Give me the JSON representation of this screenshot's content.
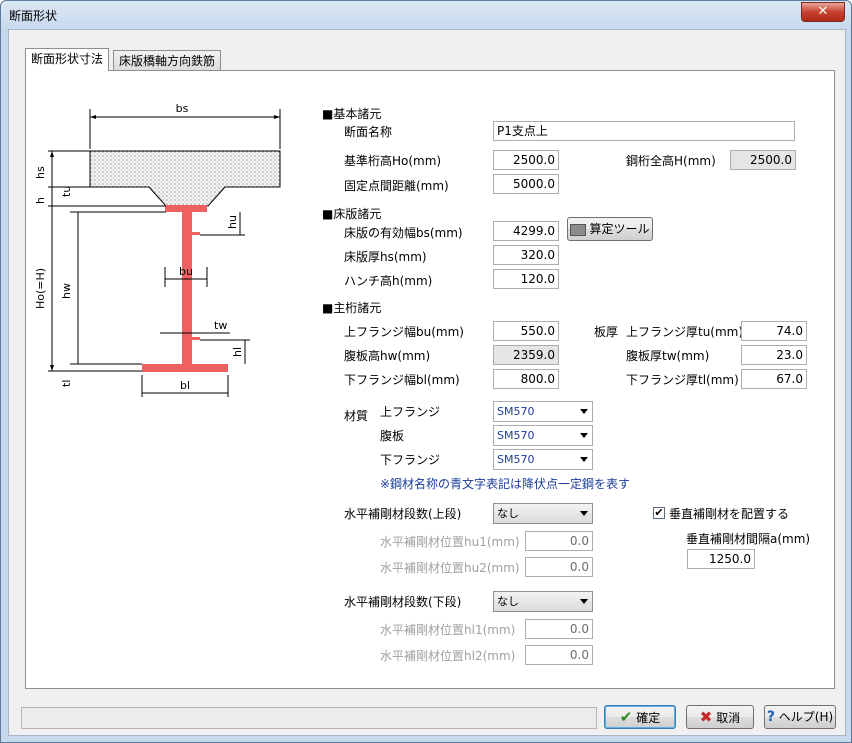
{
  "window": {
    "title": "断面形状",
    "close": "✕"
  },
  "tabs": [
    {
      "label": "断面形状寸法"
    },
    {
      "label": "床版橋軸方向鉄筋"
    }
  ],
  "diagram": {
    "bs": "bs",
    "hs": "hs",
    "h": "h",
    "Ho": "Ho(=H)",
    "hw": "hw",
    "tu": "tu",
    "bu": "bu",
    "tw": "tw",
    "tl": "tl",
    "bl": "bl",
    "hu": "hu",
    "hl": "hl",
    "colors": {
      "steel": "#f06060",
      "concrete": "#e8e8e8"
    }
  },
  "basic": {
    "heading": "■基本諸元",
    "name_label": "断面名称",
    "name_value": "P1支点上",
    "ho_label": "基準桁高Ho(mm)",
    "ho_value": "2500.0",
    "h_label": "鋼桁全高H(mm)",
    "h_value": "2500.0",
    "dist_label": "固定点間距離(mm)",
    "dist_value": "5000.0"
  },
  "slab": {
    "heading": "■床版諸元",
    "bs_label": "床版の有効幅bs(mm)",
    "bs_value": "4299.0",
    "tool_button": "算定ツール",
    "hs_label": "床版厚hs(mm)",
    "hs_value": "320.0",
    "h_label": "ハンチ高h(mm)",
    "h_value": "120.0"
  },
  "girder": {
    "heading": "■主桁諸元",
    "bu_label": "上フランジ幅bu(mm)",
    "bu_value": "550.0",
    "hw_label": "腹板高hw(mm)",
    "hw_value": "2359.0",
    "bl_label": "下フランジ幅bl(mm)",
    "bl_value": "800.0",
    "thickness_label": "板厚",
    "tu_label": "上フランジ厚tu(mm)",
    "tu_value": "74.0",
    "tw_label": "腹板厚tw(mm)",
    "tw_value": "23.0",
    "tl_label": "下フランジ厚tl(mm)",
    "tl_value": "67.0"
  },
  "material": {
    "label": "材質",
    "upper_label": "上フランジ",
    "upper_value": "SM570",
    "web_label": "腹板",
    "web_value": "SM570",
    "lower_label": "下フランジ",
    "lower_value": "SM570",
    "note": "※鋼材名称の青文字表記は降伏点一定鋼を表す"
  },
  "stiffener": {
    "upper_label": "水平補剛材段数(上段)",
    "upper_value": "なし",
    "hu1_label": "水平補剛材位置hu1(mm)",
    "hu1_value": "0.0",
    "hu2_label": "水平補剛材位置hu2(mm)",
    "hu2_value": "0.0",
    "lower_label": "水平補剛材段数(下段)",
    "lower_value": "なし",
    "hl1_label": "水平補剛材位置hl1(mm)",
    "hl1_value": "0.0",
    "hl2_label": "水平補剛材位置hl2(mm)",
    "hl2_value": "0.0",
    "vertical_check_label": "垂直補剛材を配置する",
    "vertical_checked": true,
    "vertical_spacing_label": "垂直補剛材間隔a(mm)",
    "vertical_spacing_value": "1250.0"
  },
  "buttons": {
    "ok": "確定",
    "cancel": "取消",
    "help": "ヘルプ(H)"
  }
}
